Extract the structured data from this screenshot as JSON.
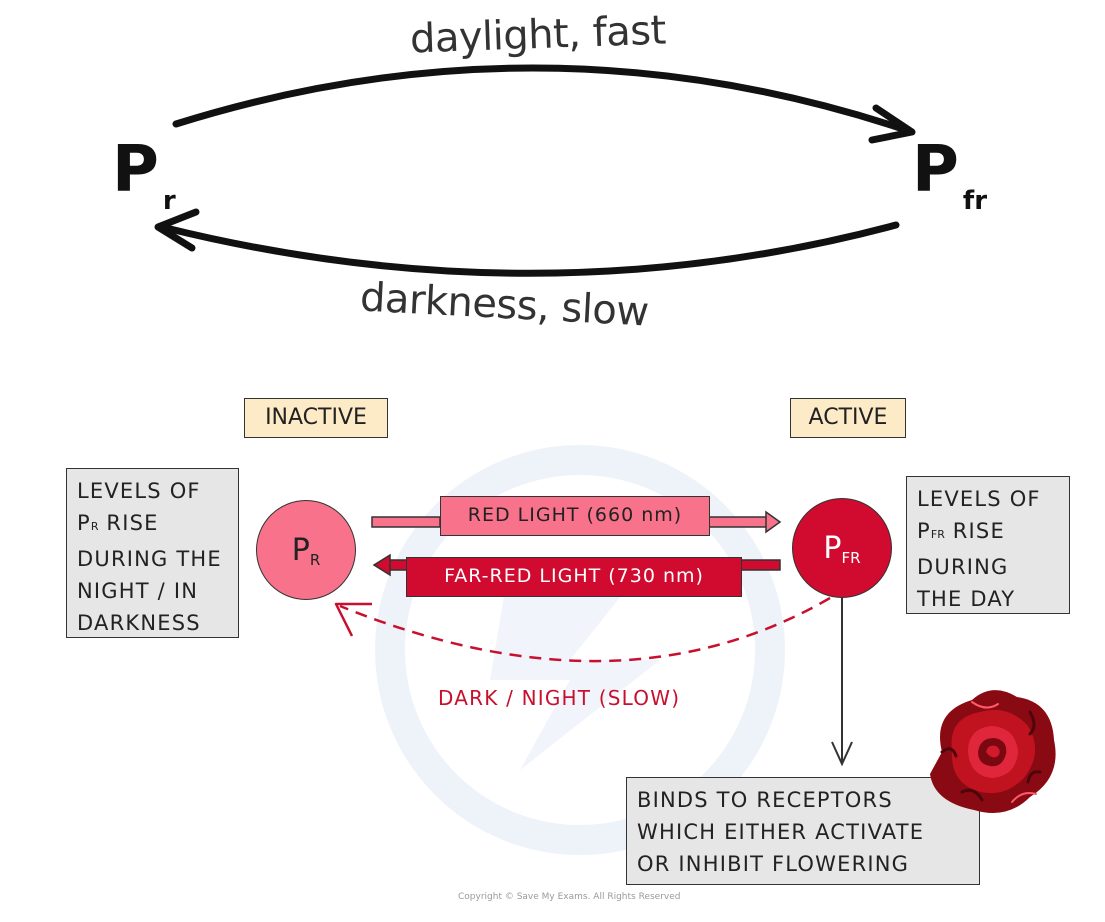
{
  "top_cycle": {
    "forward_label": "daylight, fast",
    "reverse_label": "darkness, slow",
    "left_pigment": {
      "main": "P",
      "sub": "r"
    },
    "right_pigment": {
      "main": "P",
      "sub": "fr"
    }
  },
  "lower_diagram": {
    "inactive_tag": "INACTIVE",
    "active_tag": "ACTIVE",
    "left_note": {
      "l1": "LEVELS OF",
      "l2_main": "P",
      "l2_sub": "R",
      "l2_rest": " RISE",
      "l3": "DURING THE",
      "l4": "NIGHT / IN",
      "l5": "DARKNESS"
    },
    "right_note": {
      "l1": "LEVELS OF",
      "l2_main": "P",
      "l2_sub": "FR",
      "l2_rest": " RISE",
      "l3": "DURING",
      "l4": "THE DAY"
    },
    "pr_circle": {
      "main": "P",
      "sub": "R"
    },
    "pfr_circle": {
      "main": "P",
      "sub": "FR"
    },
    "red_light_label": "RED LIGHT (660 nm)",
    "far_red_light_label": "FAR-RED LIGHT (730 nm)",
    "dark_night_label": "DARK / NIGHT (SLOW)",
    "outcome": {
      "l1": "BINDS TO RECEPTORS",
      "l2": "WHICH EITHER ACTIVATE",
      "l3": "OR INHIBIT FLOWERING"
    }
  },
  "footer": {
    "copyright": "Copyright © Save My Exams. All Rights Reserved"
  },
  "colors": {
    "pr_pink": "#f7728a",
    "pfr_red": "#d10a2f",
    "dark_dashed": "#c8102e",
    "tag_bg": "#fdebc8",
    "note_bg": "#e6e6e6"
  },
  "icons": [
    "rose-icon",
    "watermark-logo-icon"
  ]
}
